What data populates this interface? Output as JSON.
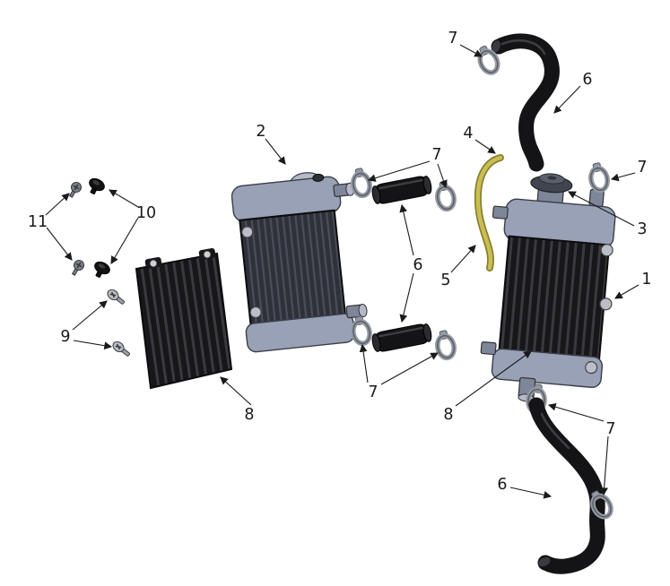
{
  "callouts": {
    "clamp_upper_hose": {
      "label": "7"
    },
    "upper_hose": {
      "label": "6"
    },
    "left_radiator": {
      "label": "2"
    },
    "vent_fitting": {
      "label": "4"
    },
    "crossover_upper_clamps": {
      "label": "7"
    },
    "cap_side_clamp": {
      "label": "7"
    },
    "grommets": {
      "label": "10"
    },
    "grommet_screws": {
      "label": "11"
    },
    "radiator_cap": {
      "label": "3"
    },
    "crossover_hoses": {
      "label": "6"
    },
    "vent_hose": {
      "label": "5"
    },
    "right_radiator": {
      "label": "1"
    },
    "louver_screws": {
      "label": "9"
    },
    "crossover_lower_clamps": {
      "label": "7"
    },
    "left_louver": {
      "label": "8"
    },
    "right_louver": {
      "label": "8"
    },
    "lower_hose_clamps": {
      "label": "7"
    },
    "lower_hose": {
      "label": "6"
    }
  },
  "colors": {
    "background": "#ffffff",
    "line": "#1a1a1a",
    "label": "#1a1a1a",
    "radiator_body": "#99a1b6",
    "radiator_light": "#b4bac8",
    "radiator_dark": "#7e8699",
    "fin_dark": "#2e3138",
    "fin_line": "#4a4e5a",
    "louver_black": "#17171a",
    "louver_ridge": "#39393f",
    "hose_black": "#141417",
    "clamp_gray": "#949aa3",
    "clamp_dark": "#565b63",
    "vent_yellow": "#c9be55",
    "vent_yellow_dark": "#8a7f2e",
    "bolt_silver": "#b9bec7",
    "bolt_black": "#121214"
  }
}
